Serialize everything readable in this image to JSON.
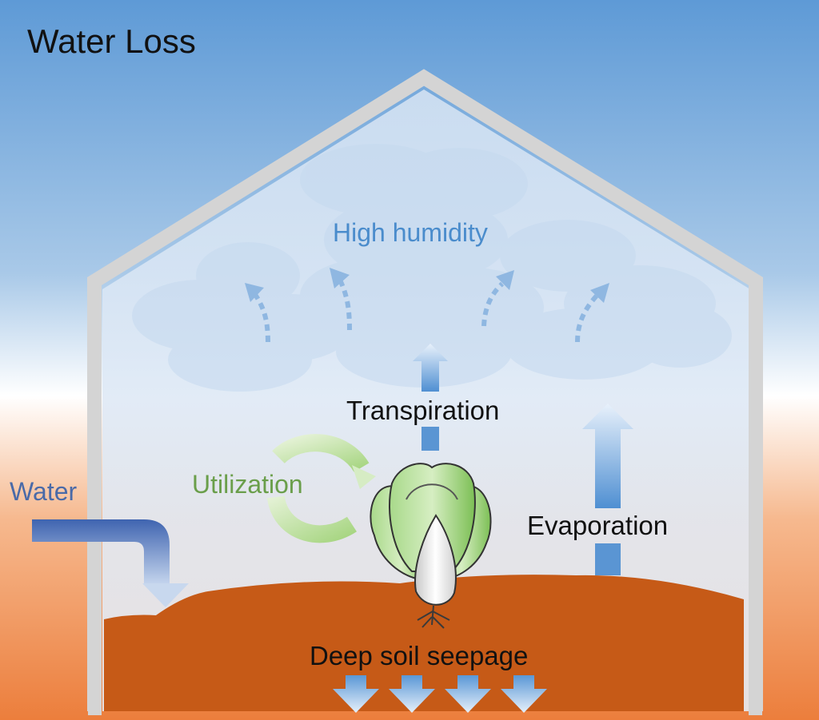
{
  "title": "Water Loss",
  "labels": {
    "high_humidity": "High humidity",
    "transpiration": "Transpiration",
    "utilization": "Utilization",
    "water": "Water",
    "evaporation": "Evaporation",
    "deep_soil_seepage": "Deep soil seepage"
  },
  "colors": {
    "sky_top": "#5d9ad6",
    "sky_bottom": "#f08a4a",
    "greenhouse_frame": "#d8d8d8",
    "greenhouse_interior": "#dce8f5",
    "soil": "#c65a17",
    "humidity_text": "#4a8ccc",
    "utilization_text": "#6a9e4a",
    "water_text": "#4a6aa8",
    "arrow_blue": "#5a95d3",
    "leaf_green": "#7fc05a"
  },
  "icons": [
    "cloud-icon",
    "plant-icon",
    "root-icon",
    "arrow-up-icon",
    "arrow-down-icon",
    "curved-arrow-icon",
    "dotted-arrow-icon"
  ]
}
